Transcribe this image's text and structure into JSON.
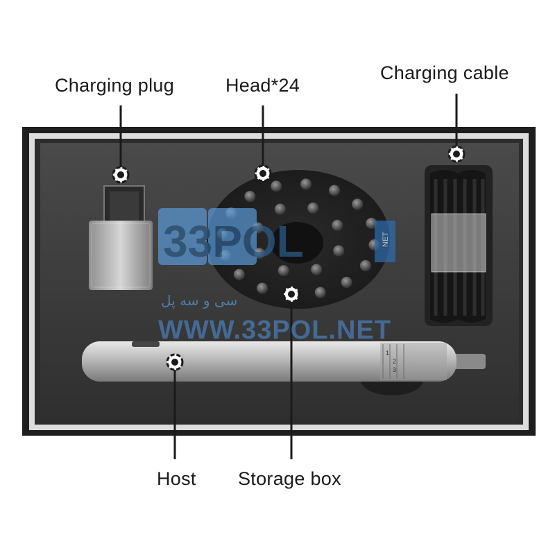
{
  "callouts": {
    "charging_plug": "Charging plug",
    "head": "Head*24",
    "charging_cable": "Charging cable",
    "host": "Host",
    "storage_box": "Storage box"
  },
  "watermark": {
    "logo_text": "33POL",
    "logo_suffix": "NET",
    "tagline": "سی و سه پل",
    "url": "WWW.33POL.NET"
  },
  "driver_scale": [
    "1",
    "2",
    "3"
  ],
  "colors": {
    "foam": "#3b3b3b",
    "box_edge": "#2a2a2a",
    "box_rim": "#d9d9d9",
    "metal": "#b8b8b8",
    "watermark": "#5a9ad8",
    "callout_line": "#1a1a1a"
  },
  "icons": [
    "target-marker-icon"
  ]
}
